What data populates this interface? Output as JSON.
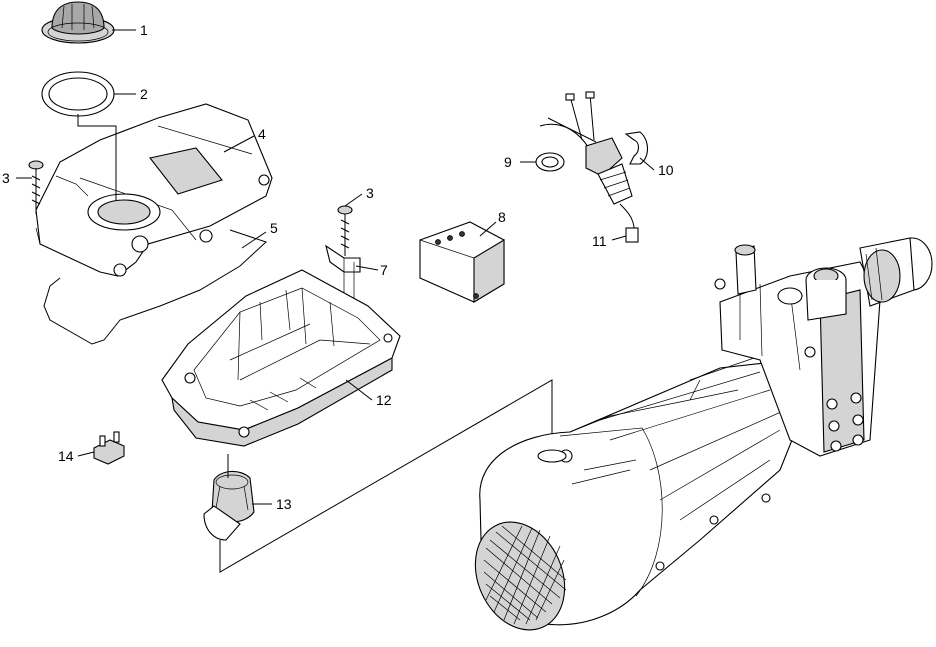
{
  "callouts": [
    {
      "id": "1",
      "text": "1"
    },
    {
      "id": "2",
      "text": "2"
    },
    {
      "id": "3a",
      "text": "3"
    },
    {
      "id": "4",
      "text": "4"
    },
    {
      "id": "3b",
      "text": "3"
    },
    {
      "id": "5",
      "text": "5"
    },
    {
      "id": "7",
      "text": "7"
    },
    {
      "id": "8",
      "text": "8"
    },
    {
      "id": "9",
      "text": "9"
    },
    {
      "id": "10",
      "text": "10"
    },
    {
      "id": "11",
      "text": "11"
    },
    {
      "id": "12",
      "text": "12"
    },
    {
      "id": "13",
      "text": "13"
    },
    {
      "id": "14",
      "text": "14"
    }
  ],
  "colors": {
    "line": "#000000",
    "background": "#ffffff",
    "shade": "#d4d4d4",
    "dark_shade": "#a8a8a8"
  }
}
